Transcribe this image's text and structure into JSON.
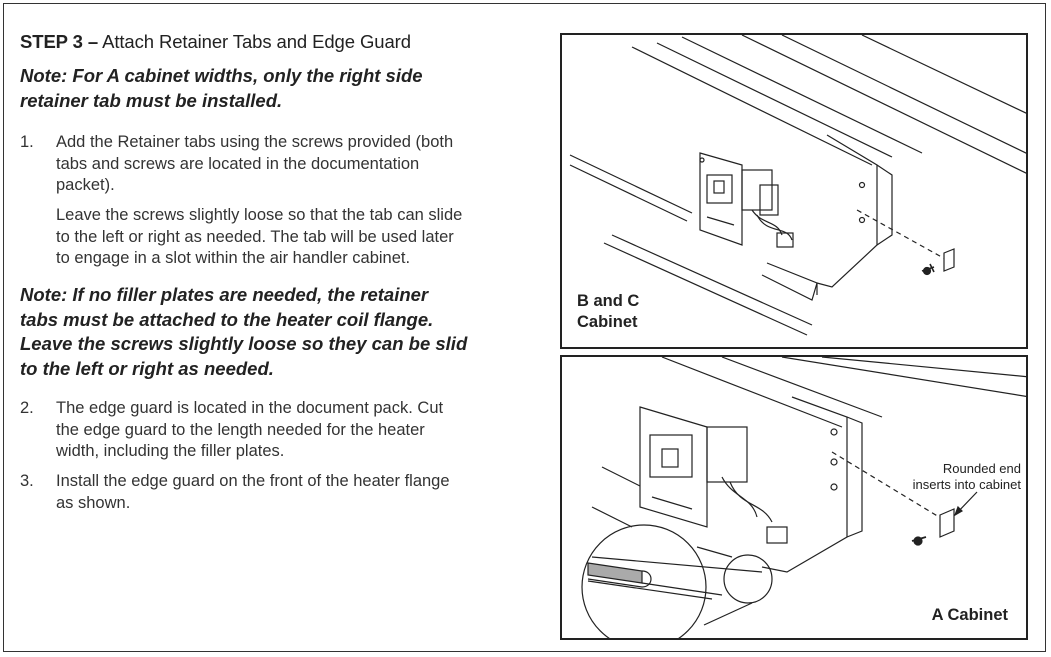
{
  "step": {
    "number_label": "STEP 3 –",
    "title": "Attach Retainer Tabs and Edge Guard"
  },
  "note1": {
    "line1": "Note: For A cabinet widths, only the right side",
    "line2": "retainer tab must be installed."
  },
  "steps": [
    {
      "num": "1.",
      "lines": [
        "Add the Retainer tabs using the screws provided (both",
        "tabs and screws are located in the documentation",
        "packet)."
      ],
      "extra_lines": [
        "Leave the screws slightly loose so that the tab can slide",
        "to the left or right as needed. The tab will be used later",
        "to engage in a slot within the air handler cabinet."
      ]
    },
    {
      "num": "2.",
      "lines": [
        "The edge guard is located in the document pack.  Cut",
        "the edge guard to the length needed for the heater",
        "width, including the filler plates."
      ]
    },
    {
      "num": "3.",
      "lines": [
        "Install the edge guard on the front of the heater flange",
        "as shown."
      ]
    }
  ],
  "note2": {
    "line1": "Note: If no filler plates are needed, the retainer",
    "line2": "tabs must be attached to the heater coil flange.",
    "line3": "Leave the screws slightly loose so they can be slid",
    "line4": "to the left or right as needed."
  },
  "figures": {
    "top": {
      "label_line1": "B and C",
      "label_line2": "Cabinet"
    },
    "bottom": {
      "label": "A Cabinet",
      "callout_line1": "Rounded end",
      "callout_line2": "inserts into cabinet"
    }
  }
}
